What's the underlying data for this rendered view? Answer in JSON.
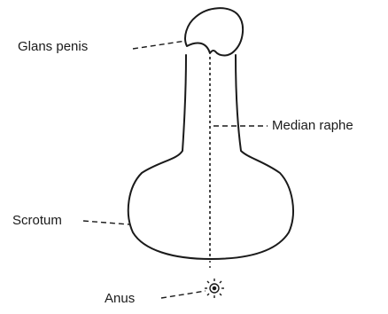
{
  "labels": {
    "glans_penis": "Glans penis",
    "median_raphe": "Median raphe",
    "scrotum": "Scrotum",
    "anus": "Anus"
  },
  "colors": {
    "line": "#1a1a1a",
    "background": "#ffffff"
  }
}
